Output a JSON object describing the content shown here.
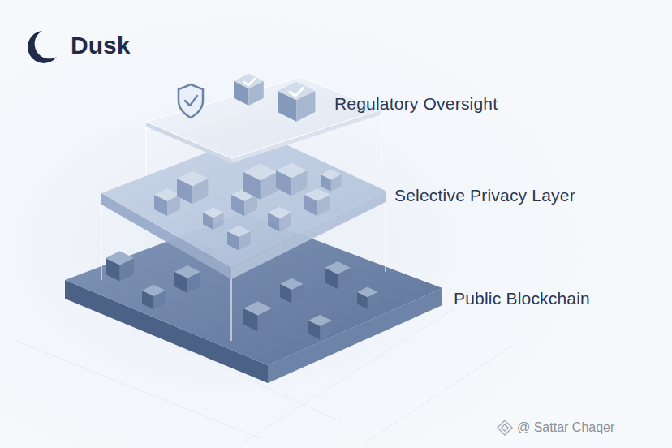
{
  "diagram": {
    "title": "Dusk",
    "nodes": [
      {
        "text": [
          "Regulatory Oversight"
        ]
      },
      {
        "text": [
          "Selective Privacy Layer"
        ]
      },
      {
        "text": [
          "Public Blockchain"
        ]
      }
    ],
    "labels": [
      "@ Sattar Chaqer"
    ]
  }
}
